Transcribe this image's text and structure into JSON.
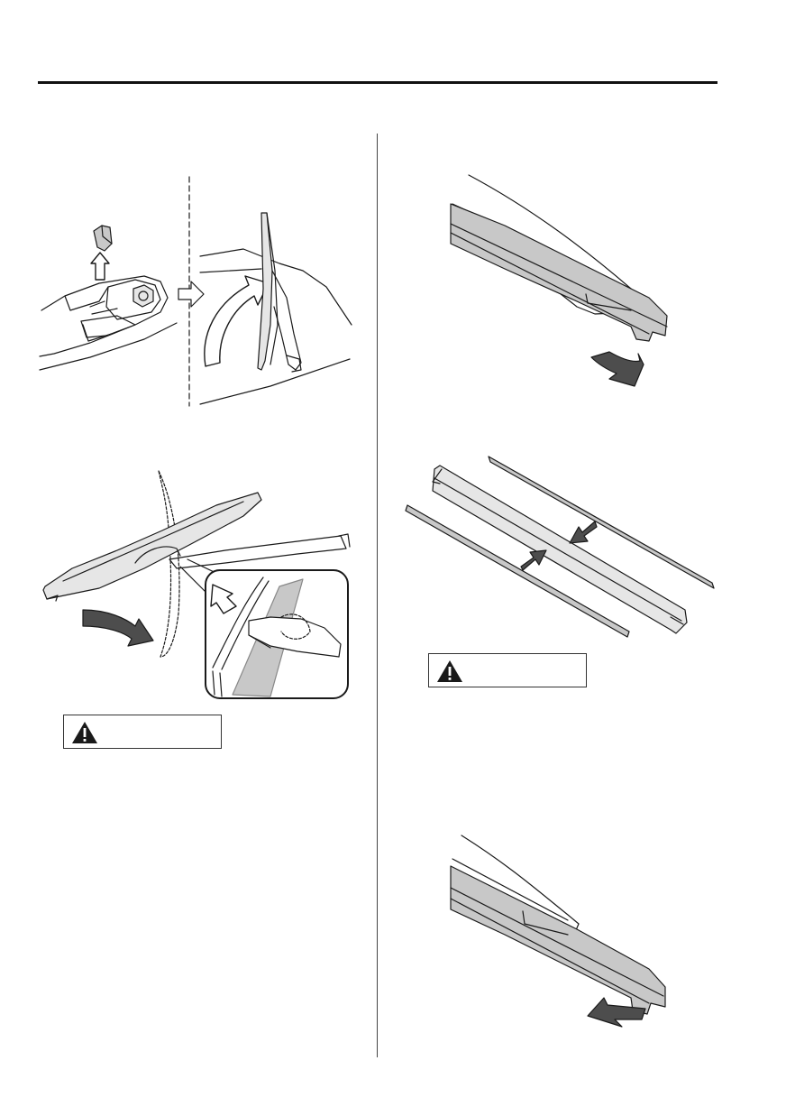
{
  "page": {
    "colors": {
      "ink": "#1a1a1a",
      "gray_fill": "#c8c8c8",
      "light_fill": "#e6e6e6"
    }
  },
  "figures": [
    {
      "icon": "wiper-arm-cap-removal-figure"
    },
    {
      "icon": "wiper-blade-release-figure"
    },
    {
      "icon": "rubber-removal-figure"
    },
    {
      "icon": "rubber-and-stiffeners-figure"
    },
    {
      "icon": "rubber-insertion-figure"
    }
  ],
  "warnings": [
    {
      "icon": "caution-triangle-icon",
      "label": ""
    },
    {
      "icon": "caution-triangle-icon",
      "label": ""
    }
  ]
}
